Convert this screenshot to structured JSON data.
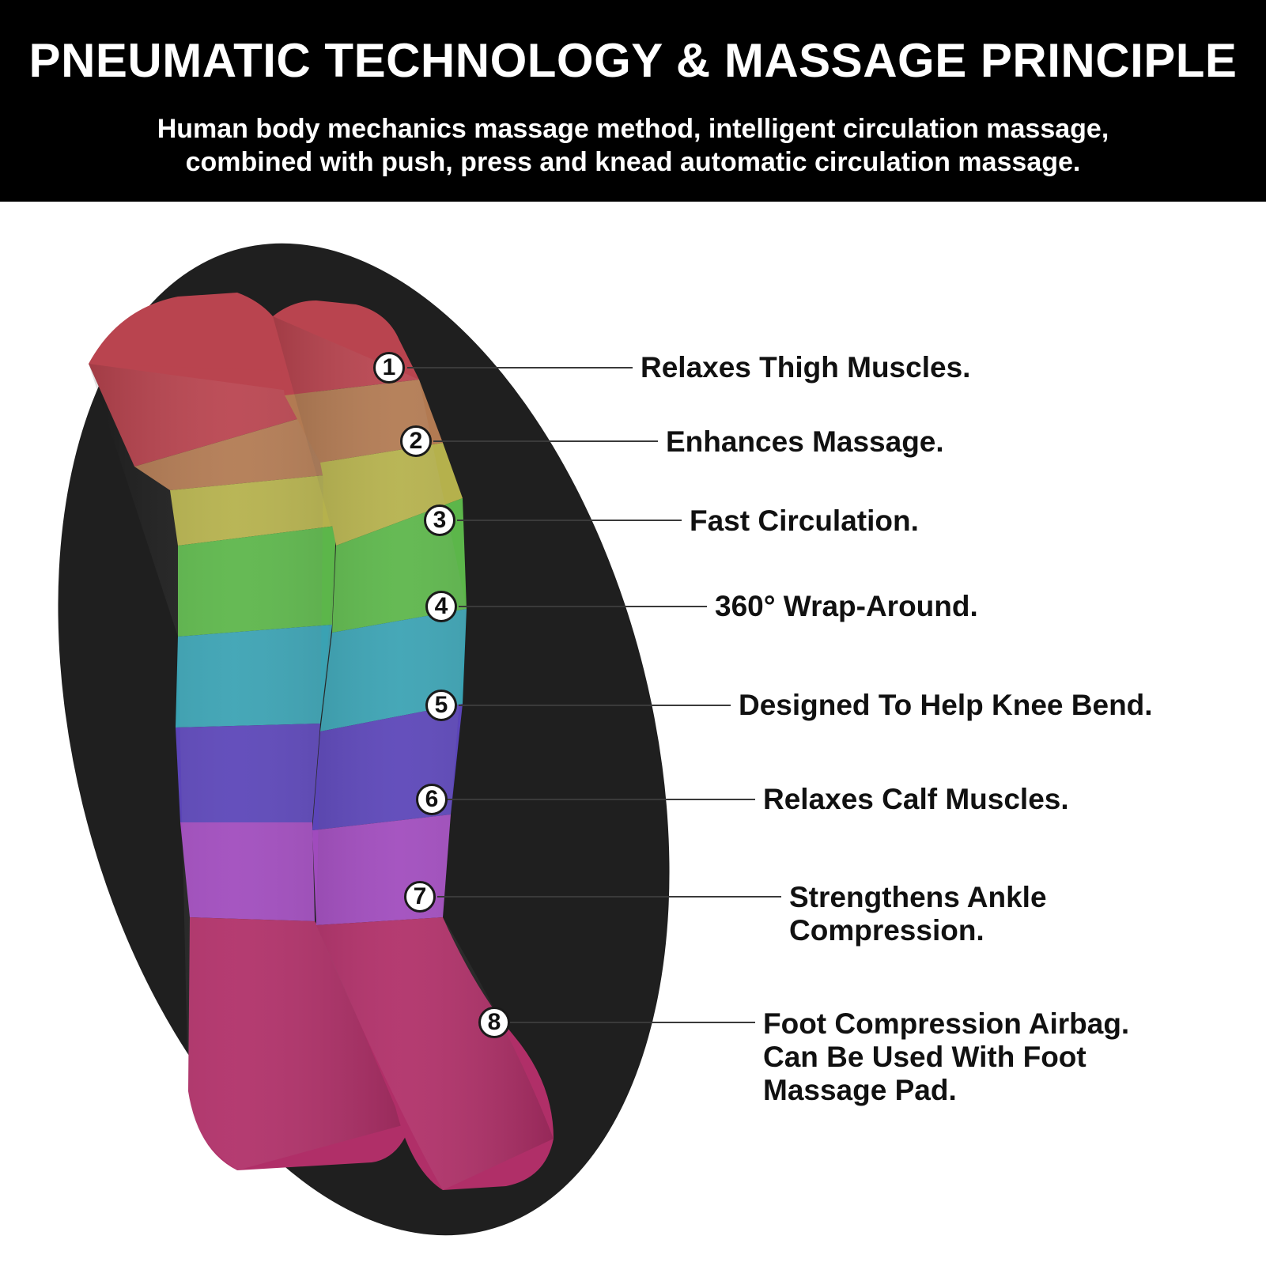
{
  "header": {
    "title": "PNEUMATIC TECHNOLOGY & MASSAGE PRINCIPLE",
    "subtitle_line1": "Human body mechanics massage method, intelligent circulation massage,",
    "subtitle_line2": "combined with push, press and knead automatic circulation massage."
  },
  "zones": [
    {
      "number": "1",
      "label": "Relaxes Thigh Muscles.",
      "color": "#b9444f"
    },
    {
      "number": "2",
      "label": "Enhances Massage.",
      "color": "#b27a52"
    },
    {
      "number": "3",
      "label": "Fast Circulation.",
      "color": "#b5b14c"
    },
    {
      "number": "4",
      "label": "360° Wrap-Around.",
      "color": "#5cb64a"
    },
    {
      "number": "5",
      "label": "Designed To Help Knee Bend.",
      "color": "#3aa2b3"
    },
    {
      "number": "6",
      "label": "Relaxes Calf Muscles.",
      "color": "#5b45b8"
    },
    {
      "number": "7",
      "label_line1": "Strengthens Ankle",
      "label_line2": "Compression.",
      "color": "#a04bbd"
    },
    {
      "number": "8",
      "label_line1": "Foot Compression Airbag.",
      "label_line2": "Can Be Used With Foot",
      "label_line3": "Massage Pad.",
      "color": "#b02f68"
    }
  ],
  "colors": {
    "banner_background": "#000000",
    "ellipse_background": "#1f1f1f",
    "text": "#111111"
  }
}
